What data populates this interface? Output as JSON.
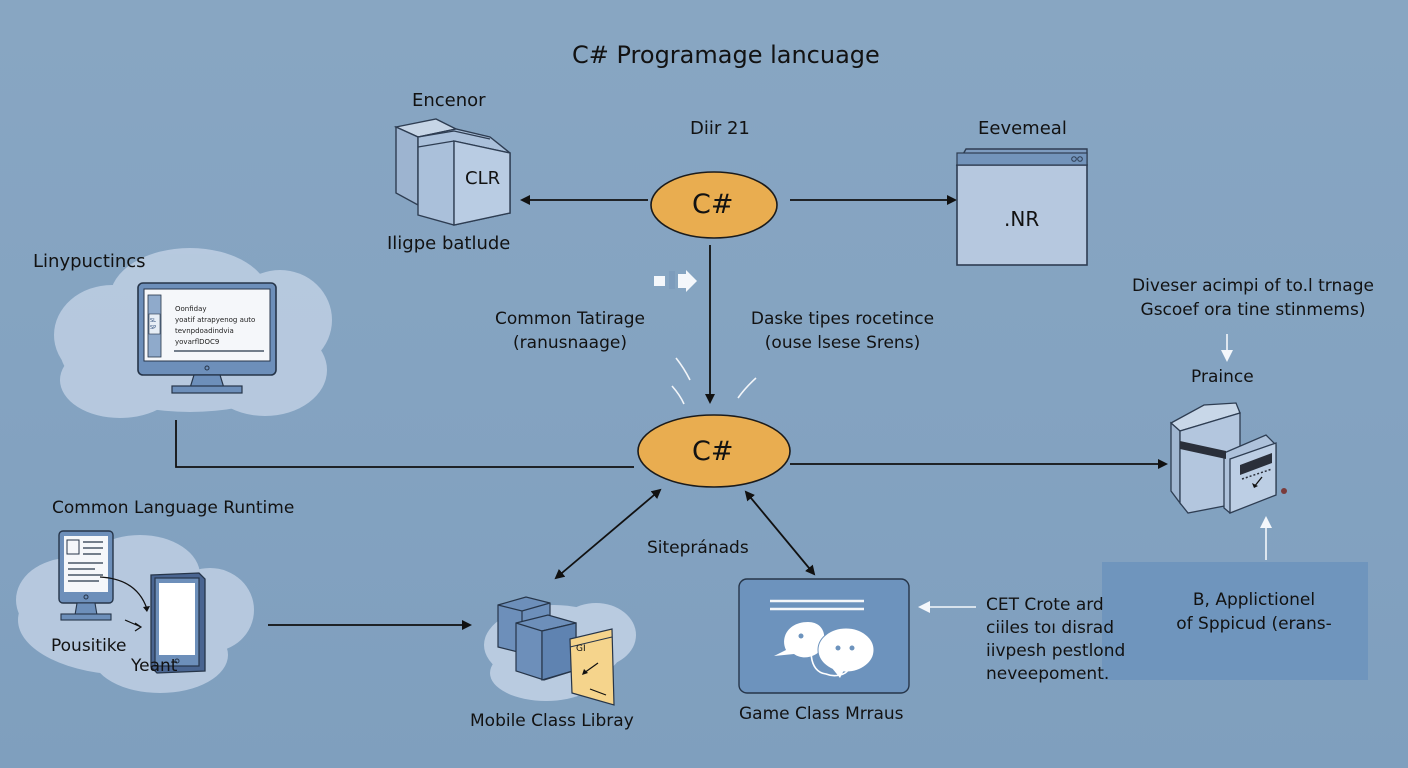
{
  "title": "C# Programage lancuage",
  "top": {
    "clr_caption": "Encenor",
    "clr_box": "CLR",
    "clr_subcaption": "Iligpe batlude",
    "center_caption": "Diir 21",
    "center_node": "C#",
    "net_caption": "Eevemeal",
    "net_window": ".NR"
  },
  "middle": {
    "left_label_line1": "Common Tatirage",
    "left_label_line2": "(ranusnaage)",
    "right_label_line1": "Daske tipes rocetince",
    "right_label_line2": "(ouse lsese Srens)",
    "hub_node": "C#",
    "hub_caption": "Sitepránads"
  },
  "left_cloud": {
    "caption": "Linypuctincs",
    "screen_lines": [
      "Oonfiday",
      "yoatif atrapyenog auto",
      "tevnpdoadindvia",
      "yovarflDOC9"
    ],
    "screen_tab": [
      "SL",
      "SP"
    ]
  },
  "runtime": {
    "caption": "Common Language Runtime",
    "label1": "Pousitike",
    "label2": "Yeant"
  },
  "mobile_lib": {
    "caption": "Mobile Class Libray",
    "doc_text": "GI"
  },
  "game_lib": {
    "caption": "Game Class Mrraus"
  },
  "right": {
    "note_line1": "Diveser acimpi of to.l trnage",
    "note_line2": "Gscoef ora tine stinmems)",
    "server_caption": "Praince",
    "cet_lines": [
      "CET Crote ard",
      "ciiles toı disrad",
      "iivpesh pestlond",
      "neveepoment."
    ],
    "app_line1": "B, Applictionel",
    "app_line2": "of Sppicud (erans-"
  },
  "colors": {
    "background": "#86a5c2",
    "oval_fill": "#e9ad50",
    "box_fill": "#b6c8df",
    "box_dark": "#6a8fba",
    "app_box": "#6d93bd"
  }
}
